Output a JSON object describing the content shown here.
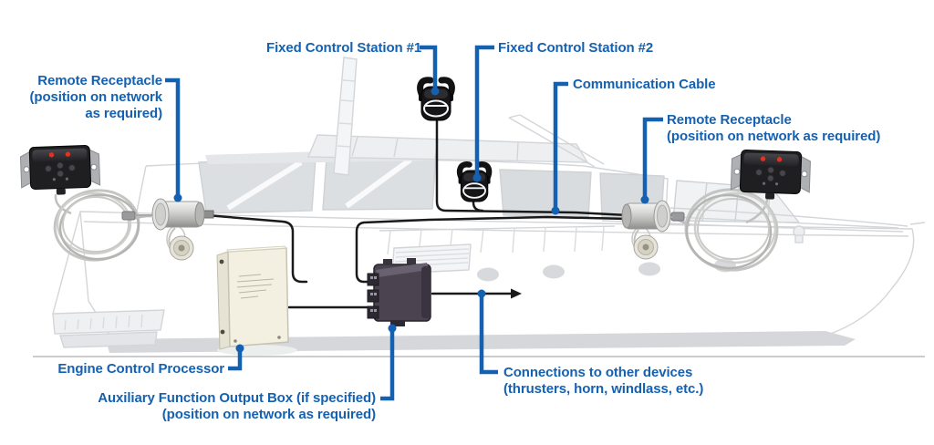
{
  "diagram": {
    "title_context": "Boat engine control network diagram",
    "colors": {
      "label_blue": "#1561b1",
      "cable_black": "#1a1a1a",
      "boat_outline_gray": "#d3d5d8",
      "boot_stripe_gray": "#d5d7da"
    },
    "labels": {
      "remote_left": {
        "line1": "Remote Receptacle",
        "line2": "(position on network",
        "line3": "as required)"
      },
      "station1": {
        "text": "Fixed Control Station #1"
      },
      "station2": {
        "text": "Fixed Control Station #2"
      },
      "comm_cable": {
        "text": "Communication Cable"
      },
      "remote_right": {
        "line1": "Remote Receptacle",
        "line2": "(position on network as required)"
      },
      "ecp": {
        "text": "Engine Control Processor"
      },
      "aux": {
        "line1": "Auxiliary Function Output Box (if specified)",
        "line2": "(position on network as required)"
      },
      "connections": {
        "line1": "Connections to other devices",
        "line2": "(thrusters, horn, windlass, etc.)"
      }
    }
  }
}
